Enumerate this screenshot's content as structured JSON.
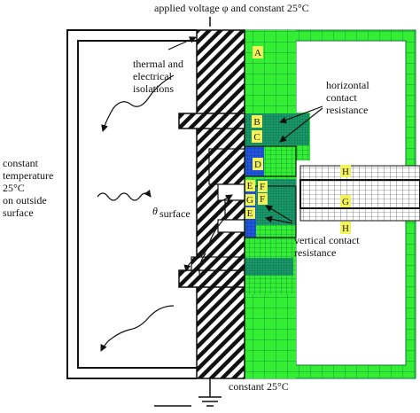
{
  "labels": {
    "top_line": "applied voltage φ and  constant 25°C",
    "bottom_line": "constant 25°C",
    "isolation_line1": "thermal and",
    "isolation_line2": "electrical",
    "isolation_line3": "isolations",
    "horizontal_line1": "horizontal",
    "horizontal_line2": "contact",
    "horizontal_line3": "resistance",
    "vertical_line1": "vertical contact",
    "vertical_line2": "resistance",
    "outside_line1": "constant",
    "outside_line2": "temperature",
    "outside_line3": "25°C",
    "outside_line4": "on outside",
    "outside_line5": "surface",
    "theta_symbol": "θ",
    "theta_subscript": "surface"
  },
  "region_letters": {
    "A": "A",
    "B": "B",
    "C": "C",
    "D": "D",
    "E1": "E",
    "F1": "F",
    "G_left": "G",
    "E2": "E",
    "F2": "F",
    "H_top": "H",
    "G_right": "G",
    "H_bottom": "H"
  },
  "colors": {
    "mesh_green": "#33ee33",
    "mesh_line": "#0a7a3a",
    "mesh_blue": "#2255dd",
    "letter_box": "#f2f25a",
    "ink": "#111111"
  }
}
